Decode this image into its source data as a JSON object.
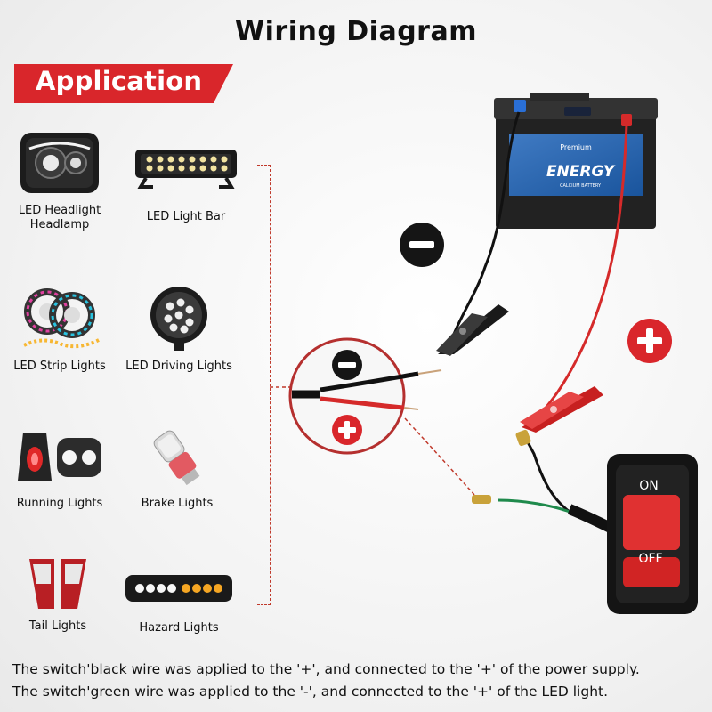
{
  "title": "Wiring Diagram",
  "banner": "Application",
  "applications": [
    {
      "label": "LED Headlight Headlamp",
      "icon": "headlight-icon"
    },
    {
      "label": "LED Light Bar",
      "icon": "light-bar-icon"
    },
    {
      "label": "LED Strip Lights",
      "icon": "strip-lights-icon"
    },
    {
      "label": "LED Driving Lights",
      "icon": "driving-light-icon"
    },
    {
      "label": "Running Lights",
      "icon": "running-lights-icon"
    },
    {
      "label": "Brake Lights",
      "icon": "brake-light-bulb-icon"
    },
    {
      "label": "Tail Lights",
      "icon": "tail-lights-icon"
    },
    {
      "label": "Hazard Lights",
      "icon": "hazard-lights-icon"
    }
  ],
  "battery": {
    "brand": "ENERGY",
    "tier": "Premium",
    "type": "CALCIUM BATTERY"
  },
  "switch": {
    "on_label": "ON",
    "off_label": "OFF"
  },
  "colors": {
    "accent": "#d9262b",
    "negative": "#111111",
    "wire_red": "#d52a2a",
    "wire_green": "#1f8a4c"
  },
  "notes": [
    "The switch'black wire was applied to the '+', and connected to the '+' of the power supply.",
    "The switch'green wire was applied to the '-', and connected to the '+' of the LED light."
  ]
}
